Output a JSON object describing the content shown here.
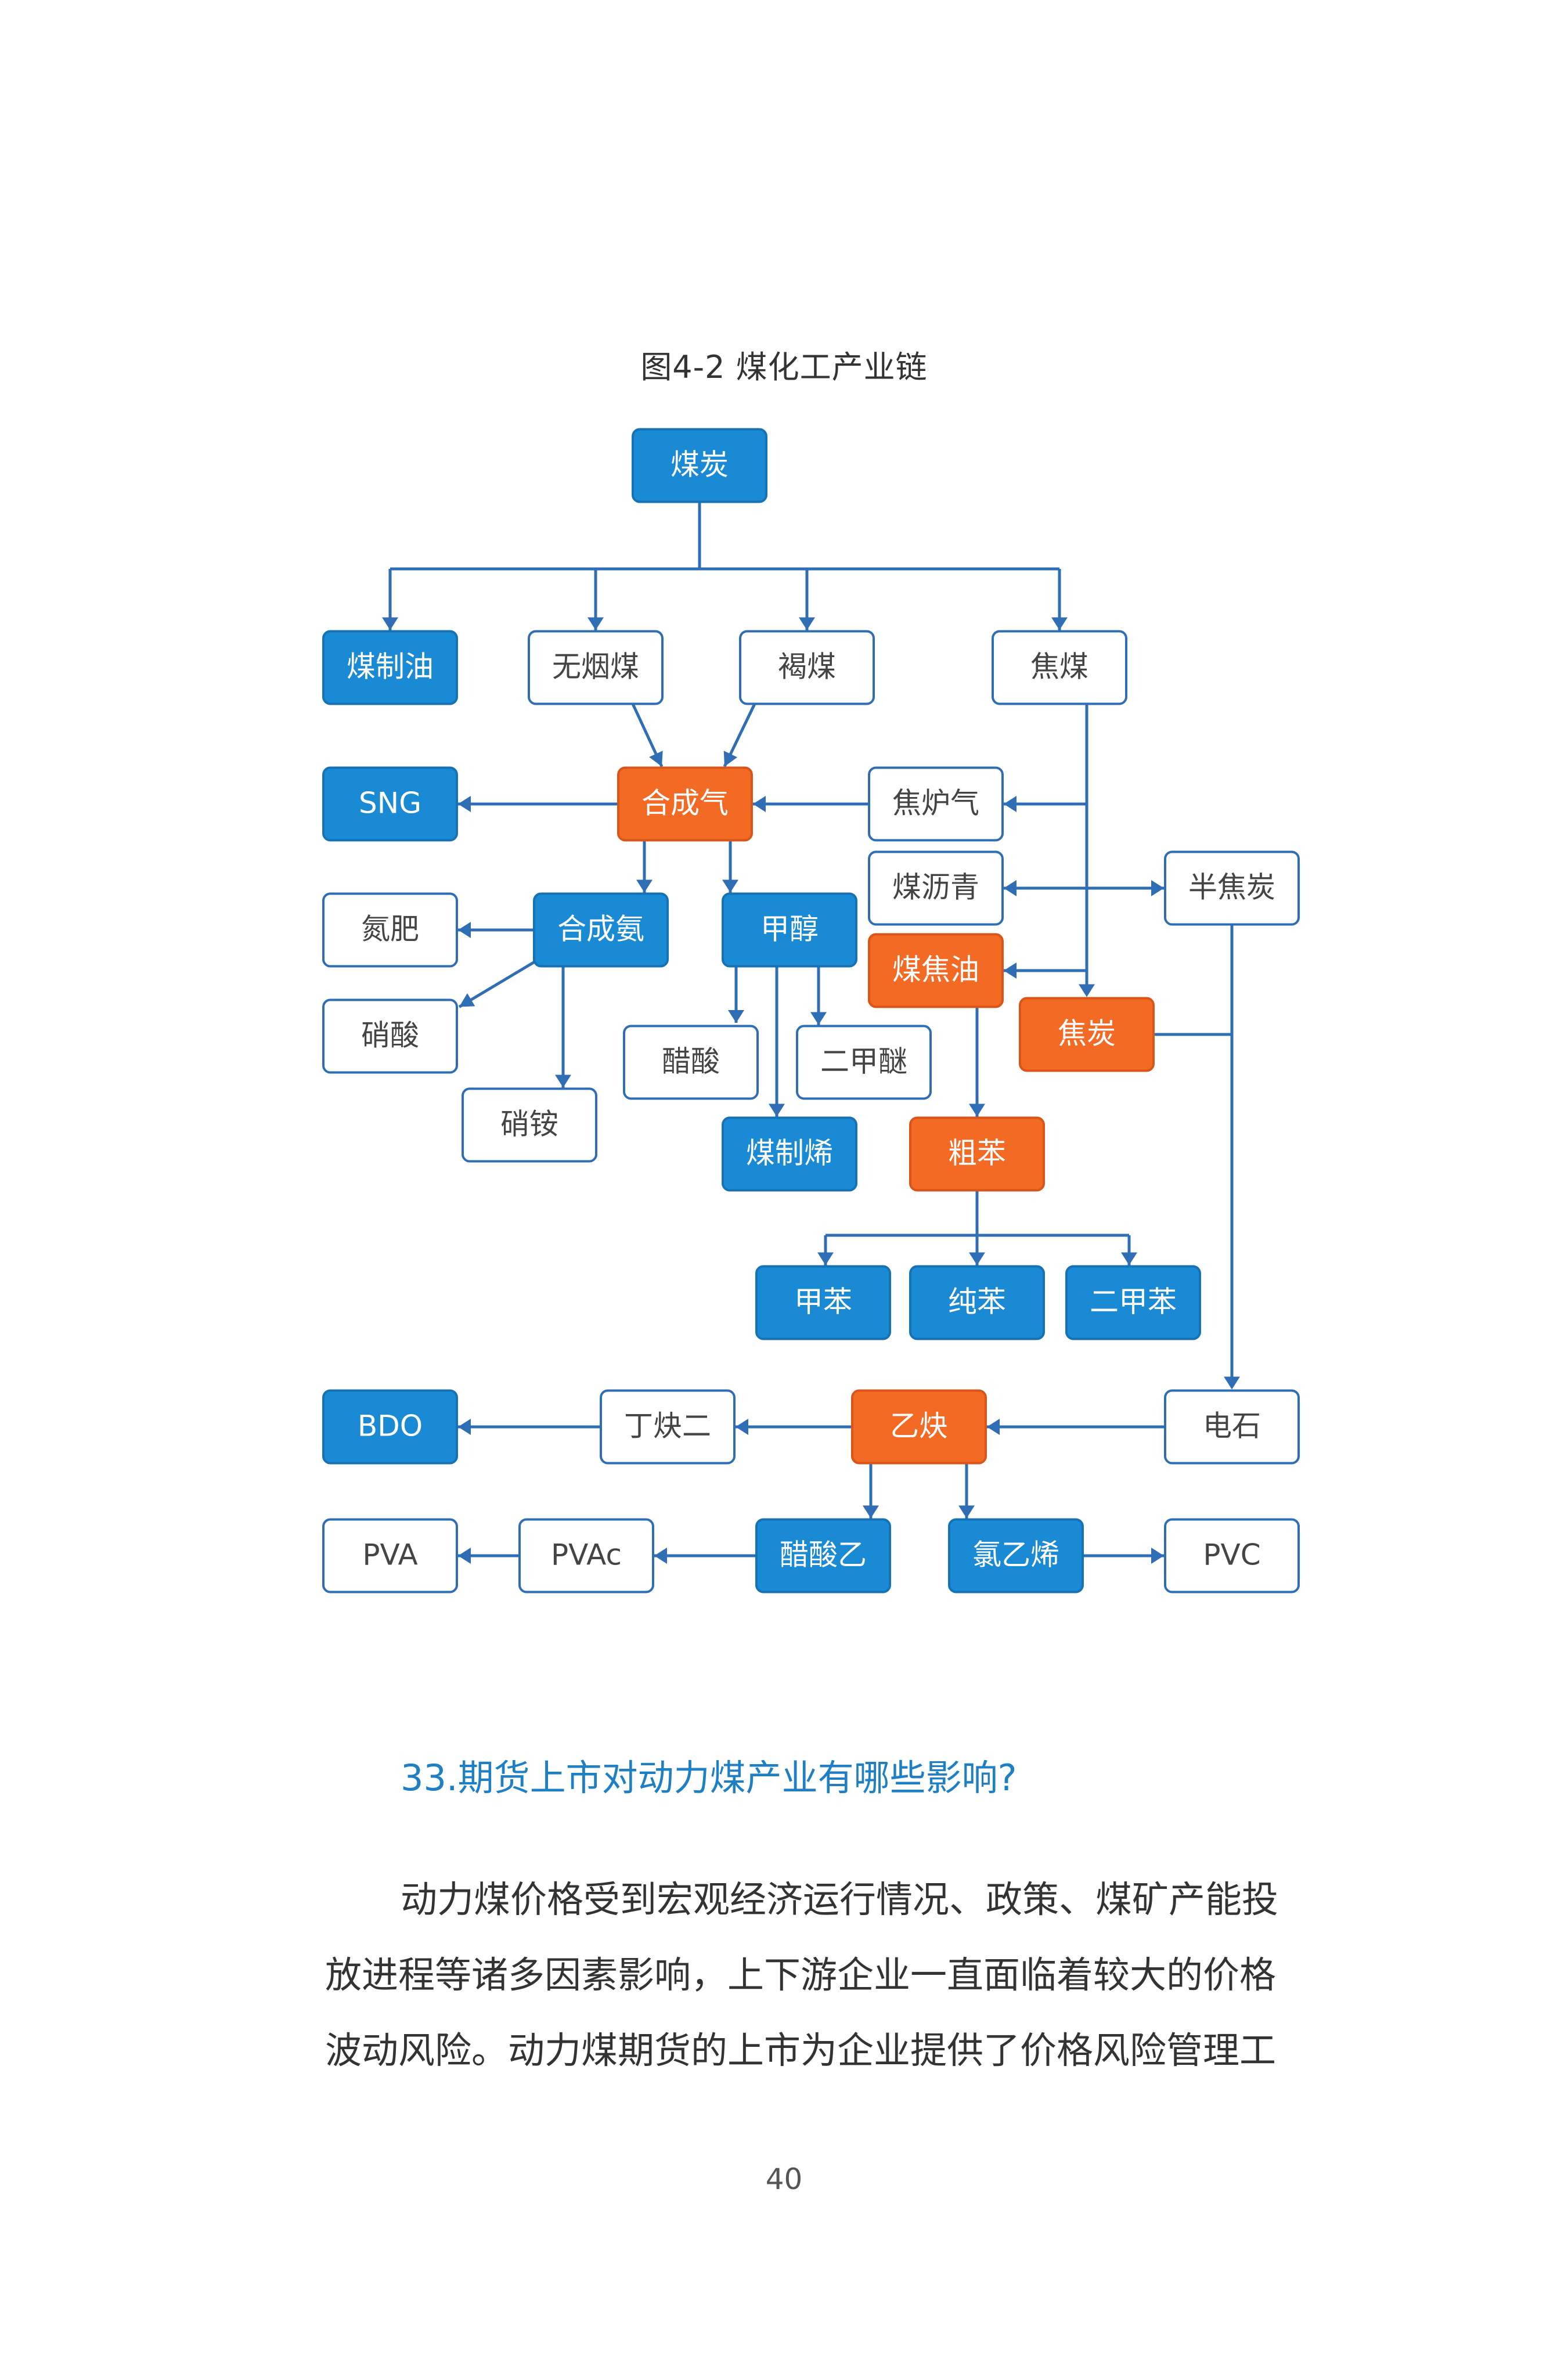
{
  "figure": {
    "title": "图4-2  煤化工产业链",
    "colors": {
      "blue": "#1a8ad4",
      "orange": "#f26a24",
      "white": "#ffffff",
      "line": "#2f6eb5",
      "border": "#2f6eb5"
    },
    "nodes": {
      "coal": {
        "label": "煤炭",
        "style": "blue"
      },
      "coal_oil": {
        "label": "煤制油",
        "style": "blue"
      },
      "anthracite": {
        "label": "无烟煤",
        "style": "white"
      },
      "lignite": {
        "label": "褐煤",
        "style": "white"
      },
      "coking_coal": {
        "label": "焦煤",
        "style": "white"
      },
      "sng": {
        "label": "SNG",
        "style": "blue"
      },
      "syngas": {
        "label": "合成气",
        "style": "orange"
      },
      "coke_gas": {
        "label": "焦炉气",
        "style": "white"
      },
      "coal_pitch": {
        "label": "煤沥青",
        "style": "white"
      },
      "semi_coke": {
        "label": "半焦炭",
        "style": "white"
      },
      "nitrogen_fert": {
        "label": "氮肥",
        "style": "white"
      },
      "ammonia": {
        "label": "合成氨",
        "style": "blue"
      },
      "methanol": {
        "label": "甲醇",
        "style": "blue"
      },
      "coal_tar": {
        "label": "煤焦油",
        "style": "orange"
      },
      "coke": {
        "label": "焦炭",
        "style": "orange"
      },
      "nitric_acid": {
        "label": "硝酸",
        "style": "white"
      },
      "acetic_acid": {
        "label": "醋酸",
        "style": "white"
      },
      "dme": {
        "label": "二甲醚",
        "style": "white"
      },
      "ammonium_nitrate": {
        "label": "硝铵",
        "style": "white"
      },
      "olefin": {
        "label": "煤制烯",
        "style": "blue"
      },
      "crude_benzene": {
        "label": "粗苯",
        "style": "orange"
      },
      "toluene": {
        "label": "甲苯",
        "style": "blue"
      },
      "benzene": {
        "label": "纯苯",
        "style": "blue"
      },
      "xylene": {
        "label": "二甲苯",
        "style": "blue"
      },
      "bdo": {
        "label": "BDO",
        "style": "blue"
      },
      "butynediol": {
        "label": "丁炔二",
        "style": "white"
      },
      "acetylene": {
        "label": "乙炔",
        "style": "orange"
      },
      "carbide": {
        "label": "电石",
        "style": "white"
      },
      "pva": {
        "label": "PVA",
        "style": "white"
      },
      "pvac": {
        "label": "PVAc",
        "style": "white"
      },
      "vinyl_acetate": {
        "label": "醋酸乙",
        "style": "blue"
      },
      "vinyl_chloride": {
        "label": "氯乙烯",
        "style": "blue"
      },
      "pvc": {
        "label": "PVC",
        "style": "white"
      }
    }
  },
  "question": {
    "title": "33.期货上市对动力煤产业有哪些影响?"
  },
  "paragraph": {
    "lines": [
      "动力煤价格受到宏观经济运行情况、政策、煤矿产能投",
      "放进程等诸多因素影响，上下游企业一直面临着较大的价格",
      "波动风险。动力煤期货的上市为企业提供了价格风险管理工"
    ]
  },
  "page_number": "40"
}
